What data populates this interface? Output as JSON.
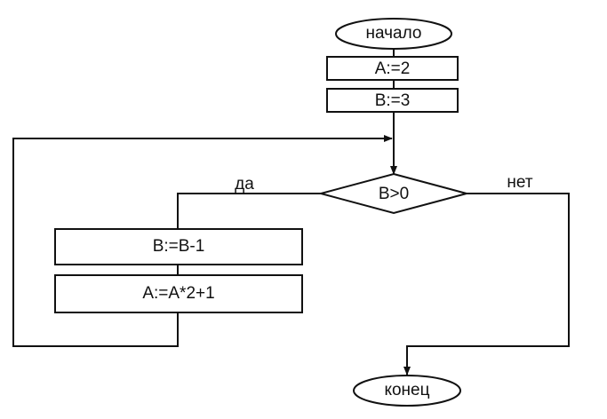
{
  "flowchart": {
    "start": "начало",
    "assign_a": "A:=2",
    "assign_b": "B:=3",
    "condition": "B>0",
    "yes_label": "да",
    "no_label": "нет",
    "decrement_b": "B:=B-1",
    "update_a": "A:=A*2+1",
    "end": "конец"
  }
}
